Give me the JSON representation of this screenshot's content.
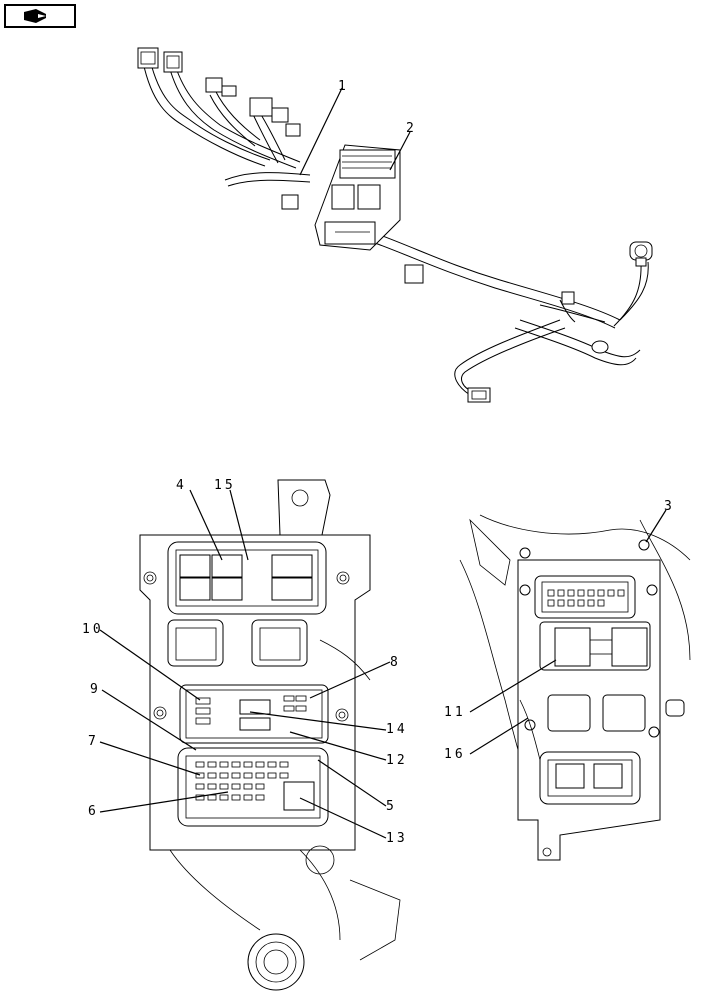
{
  "navigation": {
    "icon": "page-navigation-arrow-icon"
  },
  "callouts": {
    "c1": "1",
    "c2": "2",
    "c3": "3",
    "c4": "4",
    "c5": "5",
    "c6": "6",
    "c7": "7",
    "c8": "8",
    "c9": "9",
    "c10": "10",
    "c11": "11",
    "c12": "12",
    "c13": "13",
    "c14": "14",
    "c15": "15",
    "c16": "16"
  }
}
